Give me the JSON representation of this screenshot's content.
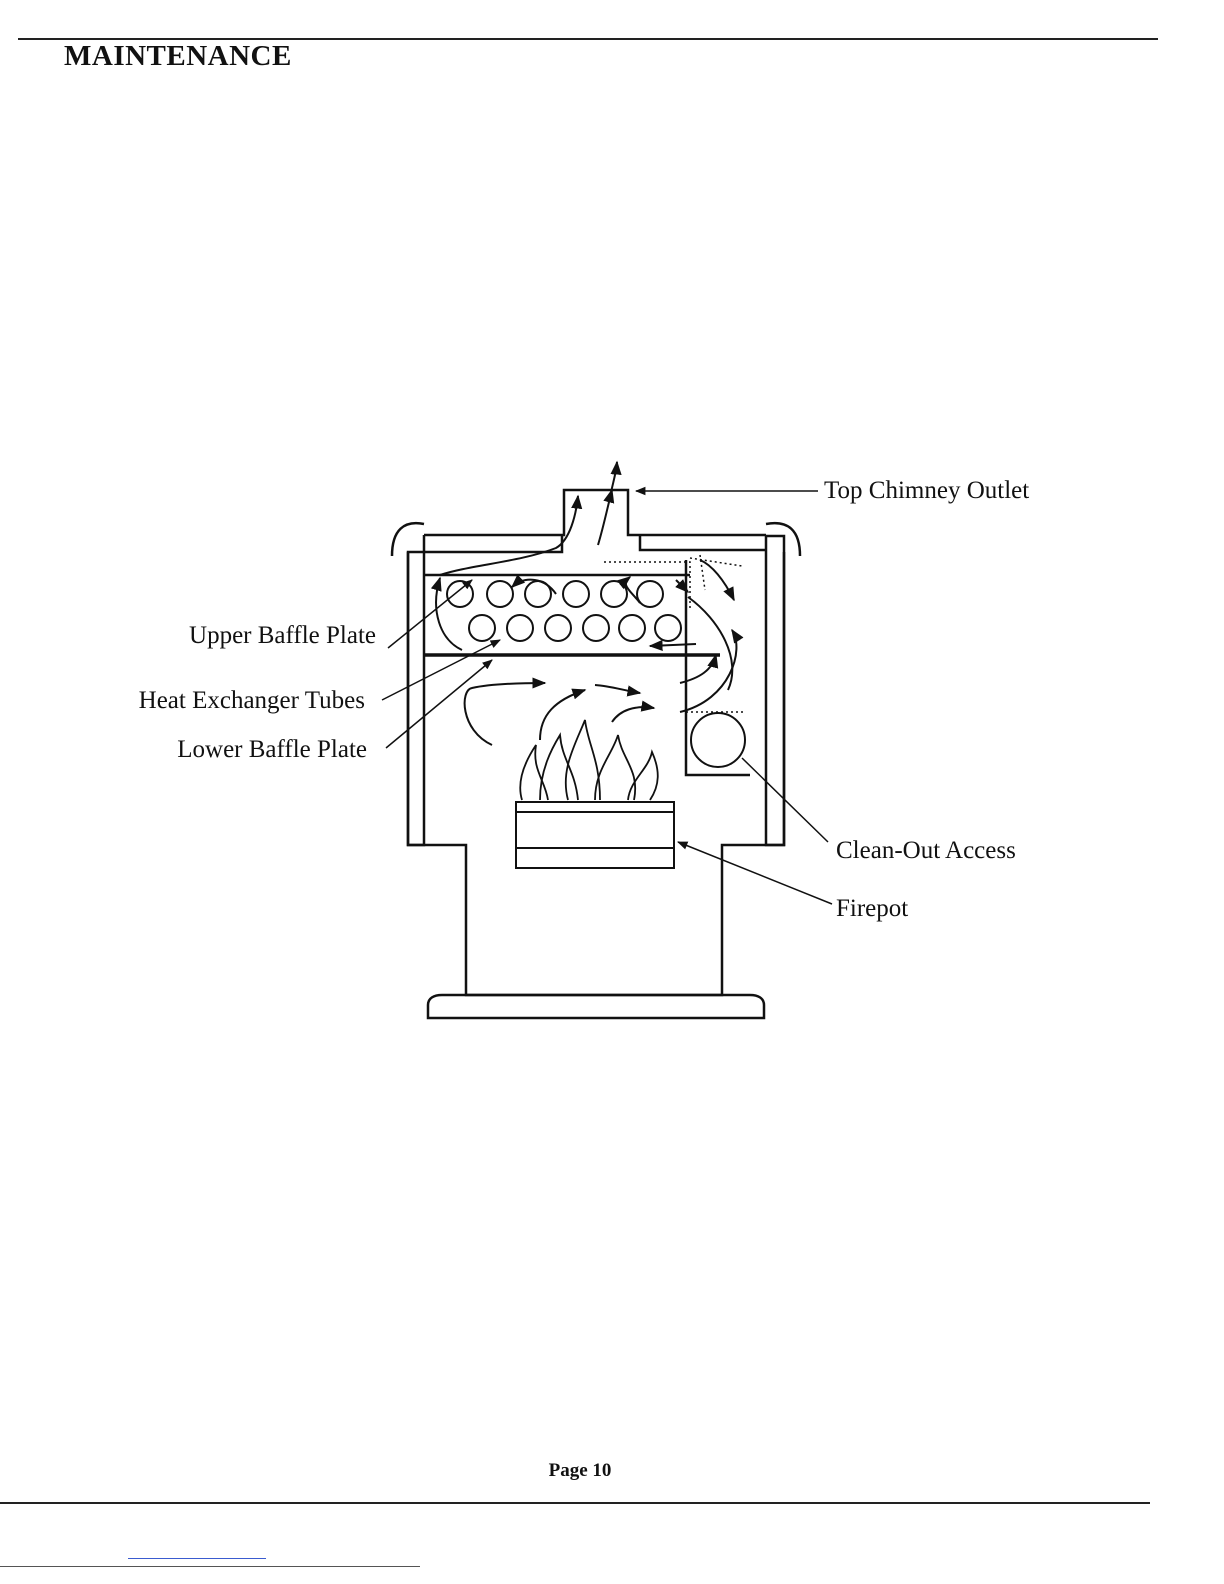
{
  "section_title": "MAINTENANCE",
  "diagram": {
    "labels": {
      "top_chimney_outlet": "Top Chimney Outlet",
      "upper_baffle_plate": "Upper Baffle Plate",
      "heat_exchanger_tubes": "Heat Exchanger Tubes",
      "lower_baffle_plate": "Lower Baffle Plate",
      "clean_out_access": "Clean-Out Access",
      "firepot": "Firepot"
    }
  },
  "footer": {
    "page_number": "Page 10"
  }
}
